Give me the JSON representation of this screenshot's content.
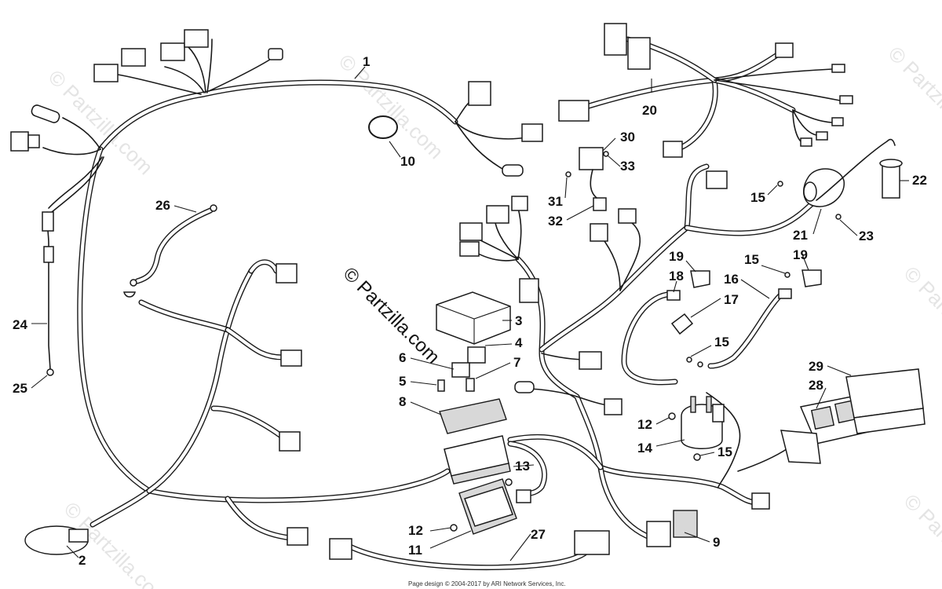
{
  "watermark": {
    "center": "© Partzilla.com",
    "repeat": "© Partzilla.com"
  },
  "footer": "Page design © 2004-2017 by ARI Network Services, Inc.",
  "callouts": [
    {
      "id": "c1",
      "label": "1"
    },
    {
      "id": "c2",
      "label": "2"
    },
    {
      "id": "c3",
      "label": "3"
    },
    {
      "id": "c4",
      "label": "4"
    },
    {
      "id": "c5",
      "label": "5"
    },
    {
      "id": "c6",
      "label": "6"
    },
    {
      "id": "c7",
      "label": "7"
    },
    {
      "id": "c8",
      "label": "8"
    },
    {
      "id": "c9",
      "label": "9"
    },
    {
      "id": "c10",
      "label": "10"
    },
    {
      "id": "c11",
      "label": "11"
    },
    {
      "id": "c12a",
      "label": "12"
    },
    {
      "id": "c12b",
      "label": "12"
    },
    {
      "id": "c13",
      "label": "13"
    },
    {
      "id": "c14",
      "label": "14"
    },
    {
      "id": "c15a",
      "label": "15"
    },
    {
      "id": "c15b",
      "label": "15"
    },
    {
      "id": "c15c",
      "label": "15"
    },
    {
      "id": "c15d",
      "label": "15"
    },
    {
      "id": "c16",
      "label": "16"
    },
    {
      "id": "c17",
      "label": "17"
    },
    {
      "id": "c18",
      "label": "18"
    },
    {
      "id": "c19a",
      "label": "19"
    },
    {
      "id": "c19b",
      "label": "19"
    },
    {
      "id": "c20",
      "label": "20"
    },
    {
      "id": "c21",
      "label": "21"
    },
    {
      "id": "c22",
      "label": "22"
    },
    {
      "id": "c23",
      "label": "23"
    },
    {
      "id": "c24",
      "label": "24"
    },
    {
      "id": "c25",
      "label": "25"
    },
    {
      "id": "c26",
      "label": "26"
    },
    {
      "id": "c27",
      "label": "27"
    },
    {
      "id": "c28",
      "label": "28"
    },
    {
      "id": "c29",
      "label": "29"
    },
    {
      "id": "c30",
      "label": "30"
    },
    {
      "id": "c31",
      "label": "31"
    },
    {
      "id": "c32",
      "label": "32"
    },
    {
      "id": "c33",
      "label": "33"
    }
  ]
}
